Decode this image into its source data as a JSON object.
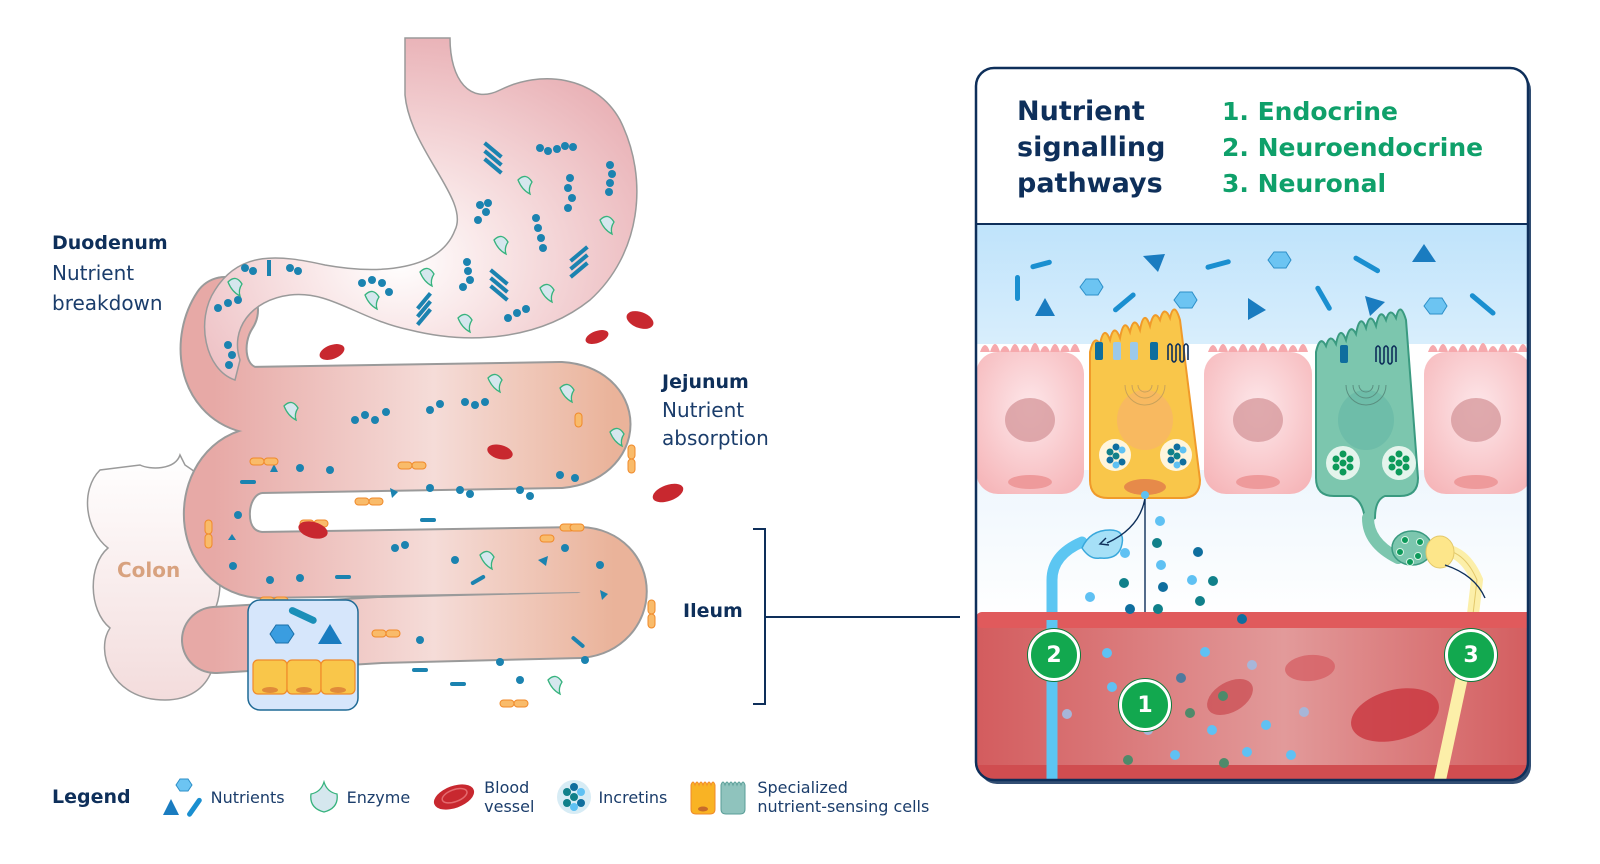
{
  "regions": {
    "duodenum": {
      "name": "Duodenum",
      "desc_line1": "Nutrient",
      "desc_line2": "breakdown"
    },
    "jejunum": {
      "name": "Jejunum",
      "desc_line1": "Nutrient",
      "desc_line2": "absorption"
    },
    "ileum": {
      "name": "Ileum"
    },
    "colon": {
      "name": "Colon"
    }
  },
  "panel": {
    "title_line1": "Nutrient",
    "title_line2": "signalling",
    "title_line3": "pathways",
    "pathways": [
      "1. Endocrine",
      "2. Neuroendocrine",
      "3. Neuronal"
    ],
    "badges": [
      "1",
      "2",
      "3"
    ]
  },
  "legend": {
    "title": "Legend",
    "items": [
      {
        "icon": "nutrients-icon",
        "label_line1": "Nutrients",
        "label_line2": ""
      },
      {
        "icon": "enzyme-icon",
        "label_line1": "Enzyme",
        "label_line2": ""
      },
      {
        "icon": "blood-cell-icon",
        "label_line1": "Blood",
        "label_line2": "vessel"
      },
      {
        "icon": "incretins-icon",
        "label_line1": "Incretins",
        "label_line2": ""
      },
      {
        "icon": "sensing-cells-icon",
        "label_line1": "Specialized",
        "label_line2": "nutrient-sensing cells"
      }
    ]
  },
  "colors": {
    "navy": "#0e2f5a",
    "green": "#0fa06a",
    "nutrient_blue": "#1b8fc7",
    "gut_pink": "#eab3b6",
    "blood_red": "#d9595c",
    "endocrine_cell": "#f9c64a",
    "neuro_cell": "#77c2a7",
    "badge_green": "#12a84f"
  }
}
